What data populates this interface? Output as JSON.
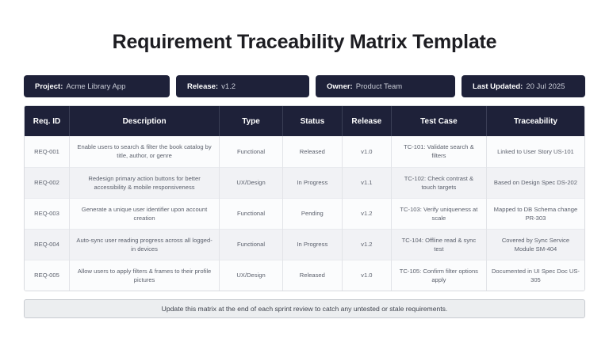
{
  "document": {
    "title": "Requirement Traceability Matrix Template"
  },
  "info_bar": {
    "items": [
      {
        "label": "Project:",
        "value": "Acme Library App"
      },
      {
        "label": "Release:",
        "value": "v1.2"
      },
      {
        "label": "Owner:",
        "value": "Product Team"
      },
      {
        "label": "Last Updated:",
        "value": "20 Jul 2025"
      }
    ]
  },
  "table": {
    "columns": [
      "Req. ID",
      "Description",
      "Type",
      "Status",
      "Release",
      "Test Case",
      "Traceability"
    ],
    "rows": [
      {
        "req_id": "REQ-001",
        "description": "Enable users to search & filter the book catalog by title, author, or genre",
        "type": "Functional",
        "status": "Released",
        "release": "v1.0",
        "test_case": "TC-101: Validate search & filters",
        "traceability": "Linked to User Story US-101"
      },
      {
        "req_id": "REQ-002",
        "description": "Redesign primary action buttons for better accessibility & mobile responsiveness",
        "type": "UX/Design",
        "status": "In Progress",
        "release": "v1.1",
        "test_case": "TC-102: Check contrast & touch targets",
        "traceability": "Based on Design Spec DS-202"
      },
      {
        "req_id": "REQ-003",
        "description": "Generate a unique user identifier upon account creation",
        "type": "Functional",
        "status": "Pending",
        "release": "v1.2",
        "test_case": "TC-103: Verify uniqueness at scale",
        "traceability": "Mapped to DB Schema change PR-303"
      },
      {
        "req_id": "REQ-004",
        "description": "Auto-sync user reading progress across all logged-in devices",
        "type": "Functional",
        "status": "In Progress",
        "release": "v1.2",
        "test_case": "TC-104: Offline read & sync test",
        "traceability": "Covered by Sync Service Module SM-404"
      },
      {
        "req_id": "REQ-005",
        "description": "Allow users to apply filters & frames to their profile pictures",
        "type": "UX/Design",
        "status": "Released",
        "release": "v1.0",
        "test_case": "TC-105: Confirm filter options apply",
        "traceability": "Documented in UI Spec Doc US-305"
      }
    ]
  },
  "footer": {
    "note": "Update this matrix at the end of each sprint review to catch any untested or stale requirements."
  },
  "colors": {
    "header_navy": "#1e2139",
    "row_odd": "#fbfcfd",
    "row_even": "#f1f2f5",
    "footer_bg": "#eceef0",
    "body_text": "#5c616d",
    "title_text": "#1d1d22"
  }
}
